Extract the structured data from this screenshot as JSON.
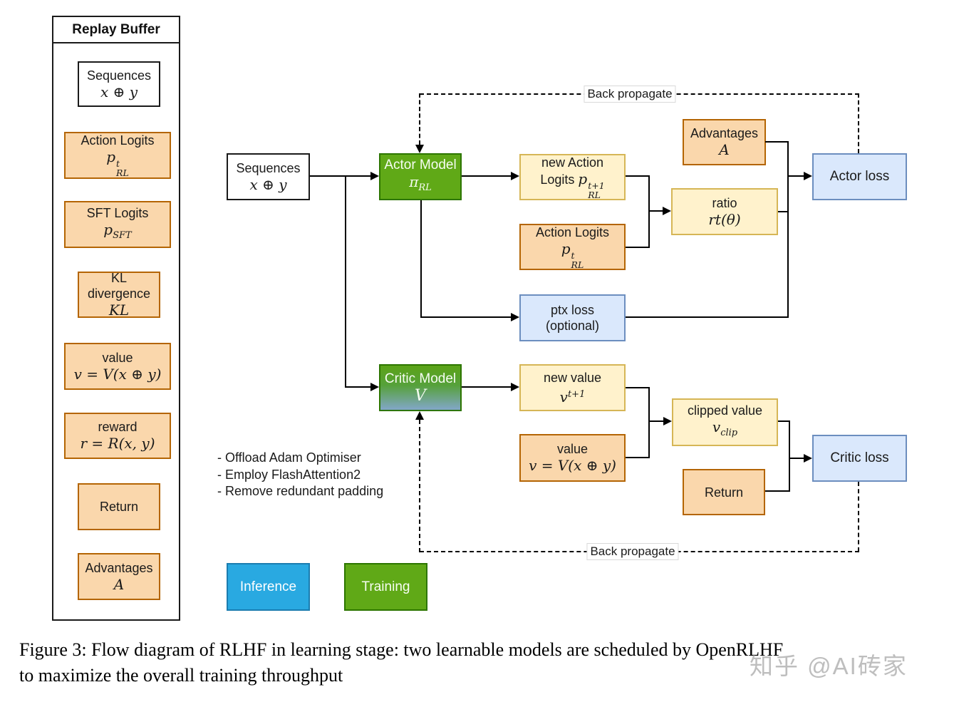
{
  "replay_buffer": {
    "title": "Replay Buffer",
    "items": [
      {
        "label": "Sequences",
        "math": "x ⊕ y"
      },
      {
        "label": "Action Logits",
        "math_base": "p",
        "math_sup": "t",
        "math_sub": "RL"
      },
      {
        "label": "SFT Logits",
        "math_base": "p",
        "math_sub": "SFT"
      },
      {
        "label": "KL\ndivergence",
        "math": "KL"
      },
      {
        "label": "value",
        "math": "v = V(x ⊕ y)"
      },
      {
        "label": "reward",
        "math": "r = R(x, y)"
      },
      {
        "label": "Return"
      },
      {
        "label": "Advantages",
        "math": "A"
      }
    ]
  },
  "diagram": {
    "sequences": {
      "label": "Sequences",
      "math": "x ⊕ y"
    },
    "actor_model": {
      "label": "Actor Model",
      "math_base": "π",
      "math_sub": "RL"
    },
    "new_action_logits": {
      "line1": "new Action",
      "line2_prefix": "Logits ",
      "math_base": "p",
      "math_sup": "t+1",
      "math_sub": "RL"
    },
    "action_logits": {
      "label": "Action Logits",
      "math_base": "p",
      "math_sup": "t",
      "math_sub": "RL"
    },
    "advantages": {
      "label": "Advantages",
      "math": "A"
    },
    "ratio": {
      "label": "ratio",
      "math": "rt(θ)"
    },
    "actor_loss": {
      "label": "Actor loss"
    },
    "ptx_loss": {
      "label": "ptx loss\n(optional)"
    },
    "critic_model": {
      "label": "Critic Model",
      "math": "V"
    },
    "new_value": {
      "label": "new value",
      "math_base": "v",
      "math_sup": "t+1"
    },
    "value": {
      "label": "value",
      "math": "v = V(x ⊕ y)"
    },
    "clipped_value": {
      "label": "clipped value",
      "math_base": "v",
      "math_sub": "clip"
    },
    "return": {
      "label": "Return"
    },
    "critic_loss": {
      "label": "Critic loss"
    },
    "back_propagate_top": "Back propagate",
    "back_propagate_bottom": "Back propagate"
  },
  "notes": {
    "line1": "- Offload Adam Optimiser",
    "line2": "- Employ FlashAttention2",
    "line3": "- Remove redundant padding"
  },
  "legend": {
    "inference": "Inference",
    "training": "Training"
  },
  "caption": {
    "line1": "Figure 3: Flow diagram of RLHF in learning stage: two learnable models are scheduled by OpenRLHF",
    "line2": "to maximize the overall training throughput"
  },
  "watermark": "知乎 @AI砖家",
  "colors": {
    "orange_fill": "#fad7ac",
    "orange_border": "#b46504",
    "yellow_fill": "#fff2cc",
    "yellow_border": "#d6b656",
    "blue_fill": "#dae8fc",
    "blue_border": "#6c8ebf",
    "green_fill": "#60a917",
    "green_border": "#2d7600",
    "inference_fill": "#29a9e1",
    "critic_gradient_bottom": "#82a7c9"
  }
}
